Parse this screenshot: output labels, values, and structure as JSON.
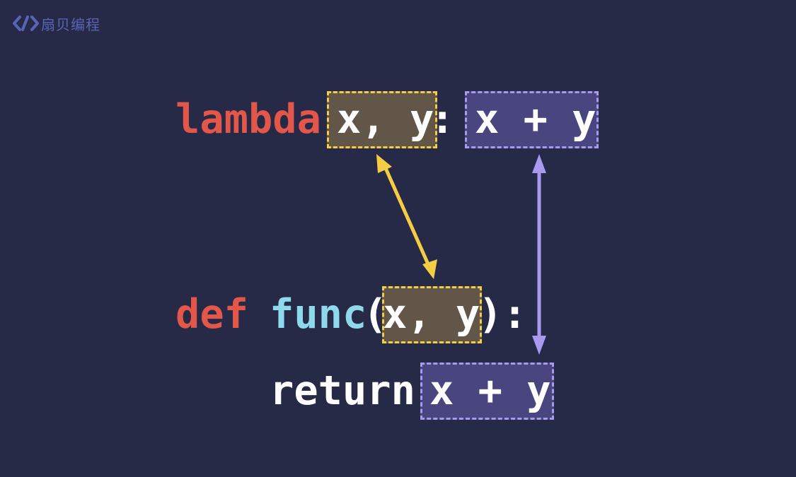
{
  "brand": {
    "name": "扇贝编程",
    "icon": "code-brackets-icon",
    "color": "#5a63b8"
  },
  "lambda_line": {
    "keyword": "lambda",
    "params": "x, y",
    "colon": ":",
    "expression": "x + y"
  },
  "def_line": {
    "keyword": "def",
    "name": "func",
    "open_paren": "(",
    "params": "x, y",
    "close_paren_colon": "):"
  },
  "return_line": {
    "keyword": "return",
    "expression": "x + y"
  },
  "colors": {
    "background": "#262a46",
    "keyword": "#e3564a",
    "function_name": "#8fd9ec",
    "params_highlight": "#f5cd45",
    "expression_highlight": "#a89af0"
  }
}
